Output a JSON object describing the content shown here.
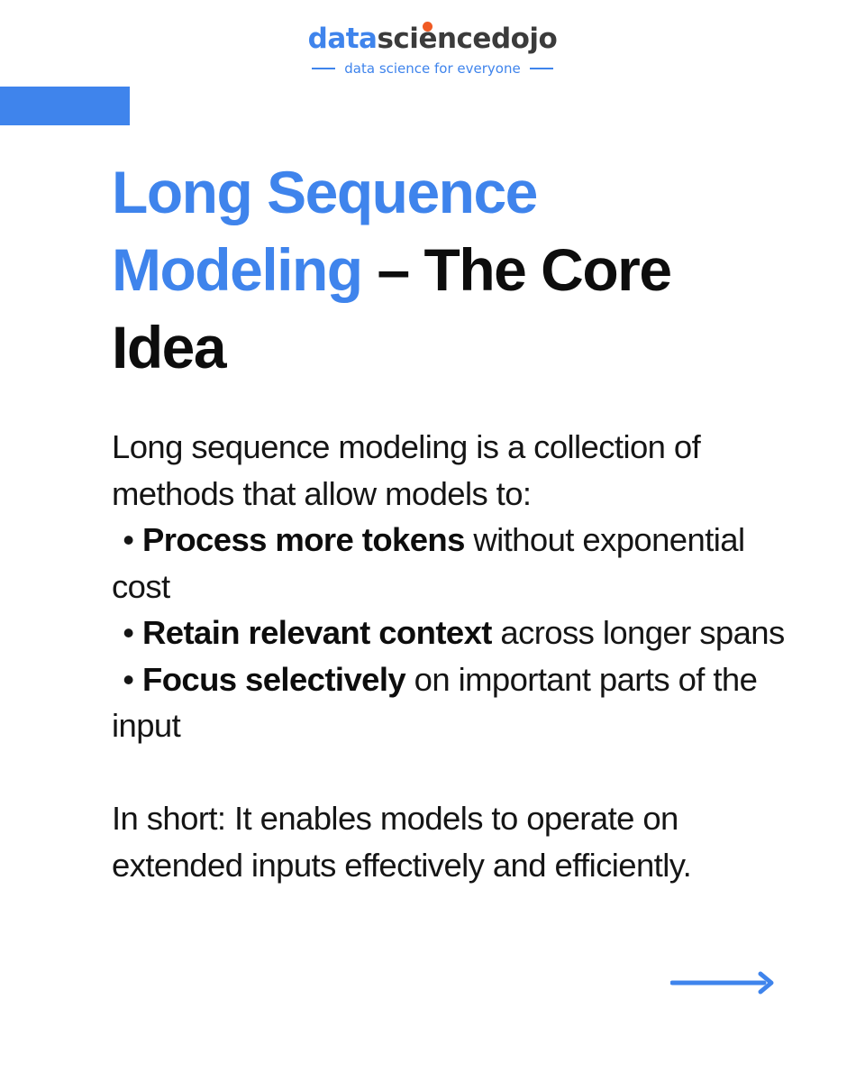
{
  "logo": {
    "brand_part1": "data",
    "brand_part2": "science",
    "brand_part3": "dojo",
    "tagline": "data science for everyone"
  },
  "headline": {
    "line1": "Long Sequence",
    "line2_blue": "Modeling",
    "line2_black": " – The Core",
    "line3": "Idea"
  },
  "body": {
    "intro": "Long sequence modeling is a collection of methods that allow models to:",
    "bullets": [
      {
        "bold": "Process more tokens",
        "rest": " without exponential cost"
      },
      {
        "bold": "Retain relevant context",
        "rest": " across longer spans"
      },
      {
        "bold": "Focus selectively",
        "rest": " on important parts of the input"
      }
    ],
    "summary": "In short: It enables models to operate on extended inputs effectively and efficiently."
  },
  "icons": {
    "next": "arrow-right-icon",
    "accent": "#3f84ec",
    "logo_dot": "#f05a23"
  }
}
